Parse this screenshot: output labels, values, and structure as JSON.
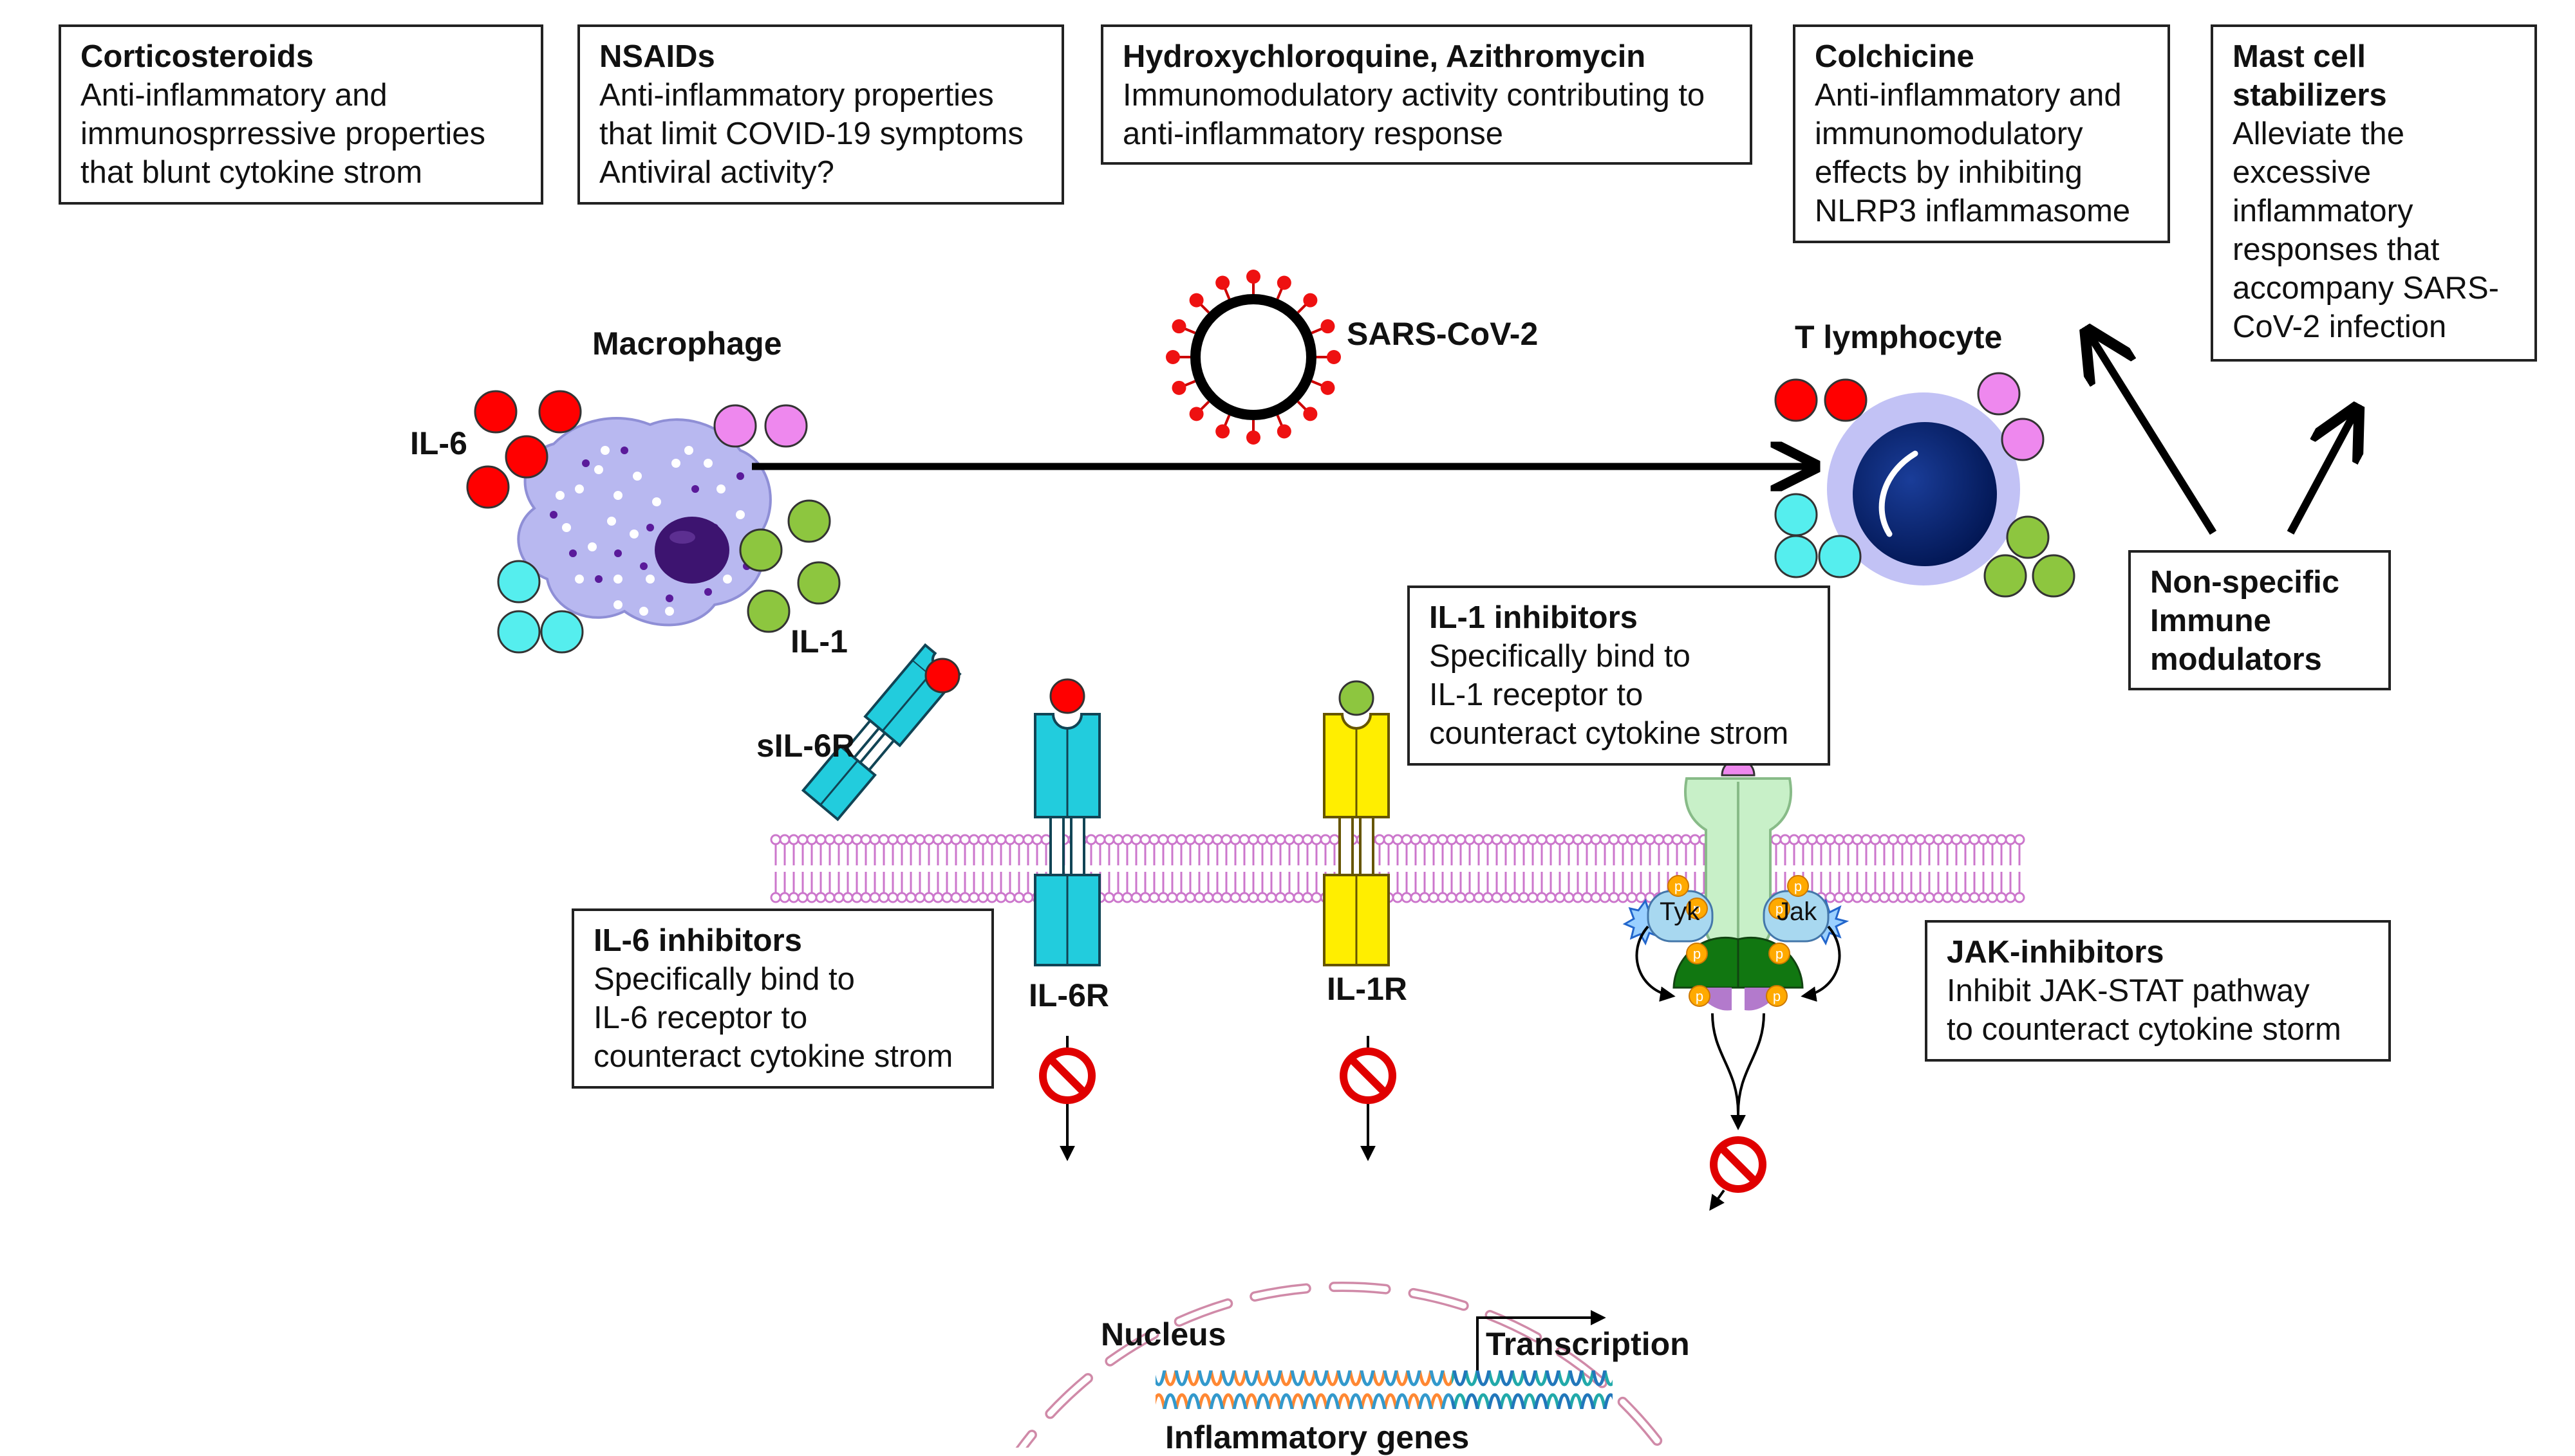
{
  "boxes": {
    "corticosteroids": {
      "title": "Corticosteroids",
      "body": "Anti-inflammatory and\nimmunosprressive properties\nthat blunt cytokine strom"
    },
    "nsaids": {
      "title": "NSAIDs",
      "body": "Anti-inflammatory properties\nthat limit COVID-19 symptoms\nAntiviral activity?"
    },
    "hcq": {
      "title": "Hydroxychloroquine, Azithromycin",
      "body": "Immunomodulatory activity contributing to\nanti-inflammatory response"
    },
    "colchicine": {
      "title": "Colchicine",
      "body": "Anti-inflammatory and\nimmunomodulatory\neffects by inhibiting\nNLRP3 inflammasome"
    },
    "mast": {
      "title": "Mast cell\nstabilizers",
      "body": "Alleviate the\nexcessive\ninflammatory\nresponses that\naccompany SARS-\nCoV-2 infection"
    },
    "nonspecific": {
      "title": "Non-specific\nImmune\nmodulators"
    },
    "il1inh": {
      "title": "IL-1 inhibitors",
      "body": "Specifically bind to\nIL-1 receptor to\ncounteract cytokine strom"
    },
    "il6inh": {
      "title": "IL-6 inhibitors",
      "body": "Specifically bind to\nIL-6 receptor to\ncounteract cytokine strom"
    },
    "jakinh": {
      "title": "JAK-inhibitors",
      "body": "Inhibit JAK-STAT pathway\nto counteract cytokine storm"
    }
  },
  "labels": {
    "macrophage": "Macrophage",
    "sars": "SARS-CoV-2",
    "tlymph": "T lymphocyte",
    "il6": "IL-6",
    "il1": "IL-1",
    "sil6r": "sIL-6R",
    "il6r": "IL-6R",
    "il1r": "IL-1R",
    "nucleus": "Nucleus",
    "transcription": "Transcription",
    "genes": "Inflammatory genes",
    "tyk": "Tyk",
    "jak": "Jak",
    "p": "p"
  },
  "colors": {
    "il6": "#ff0000",
    "il1": "#8dc63f",
    "pink": "#ee88ee",
    "cyan": "#55eeee",
    "receptor_il6": "#22ccdd",
    "receptor_il1": "#ffee00",
    "membrane": "#cc77cc",
    "tcell": "#001a66",
    "macrophage": "#b8b8f0"
  }
}
